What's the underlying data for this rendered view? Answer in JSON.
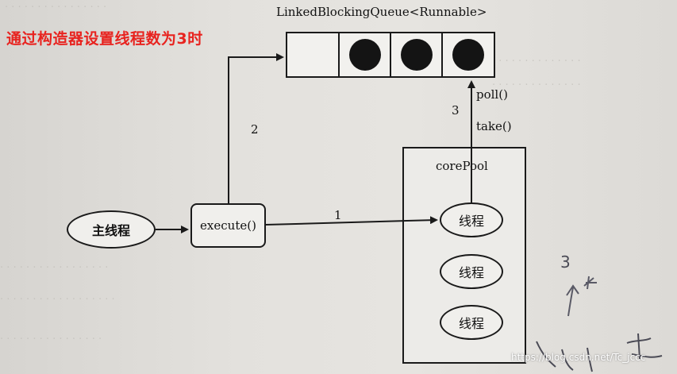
{
  "caption": "通过构造器设置线程数为3时",
  "queue": {
    "title": "LinkedBlockingQueue<Runnable>",
    "slots": [
      {
        "filled": false
      },
      {
        "filled": true
      },
      {
        "filled": true
      },
      {
        "filled": true
      }
    ]
  },
  "nodes": {
    "main_thread": "主线程",
    "execute": "execute()",
    "core_pool": "corePool",
    "workers": [
      "线程",
      "线程",
      "线程"
    ]
  },
  "edges": {
    "to_queue": "2",
    "to_core_pool": "1",
    "queue_step": "3",
    "poll": "poll()",
    "take": "take()"
  },
  "handwriting": {
    "number": "3"
  },
  "watermark": "https://blog.csdn.net/Tc_jccc",
  "colors": {
    "caption": "#e8231f",
    "ink": "#1a1a1a"
  }
}
